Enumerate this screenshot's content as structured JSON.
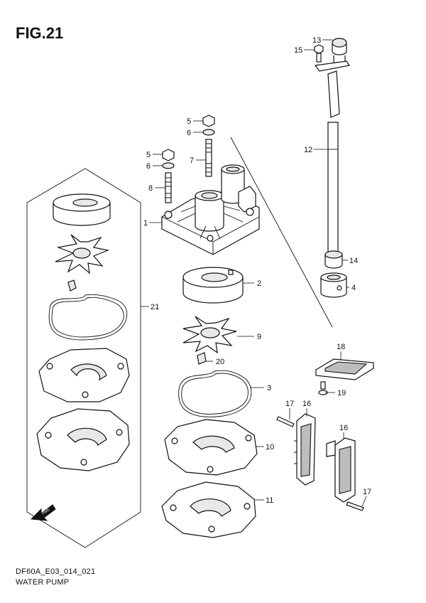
{
  "figure": {
    "title": "FIG.21",
    "code": "DF60A_E03_014_021",
    "name": "WATER PUMP"
  },
  "callouts": {
    "c1": "1",
    "c2": "2",
    "c3": "3",
    "c4": "4",
    "c5a": "5",
    "c5b": "5",
    "c6a": "6",
    "c6b": "6",
    "c7": "7",
    "c8": "8",
    "c9": "9",
    "c10": "10",
    "c11": "11",
    "c12": "12",
    "c13": "13",
    "c14": "14",
    "c15": "15",
    "c16a": "16",
    "c16b": "16",
    "c17a": "17",
    "c17b": "17",
    "c18": "18",
    "c19": "19",
    "c20": "20",
    "c21": "21"
  },
  "fwd_arrow": {
    "label": "FWD",
    "icon": "fwd-arrow-icon"
  }
}
